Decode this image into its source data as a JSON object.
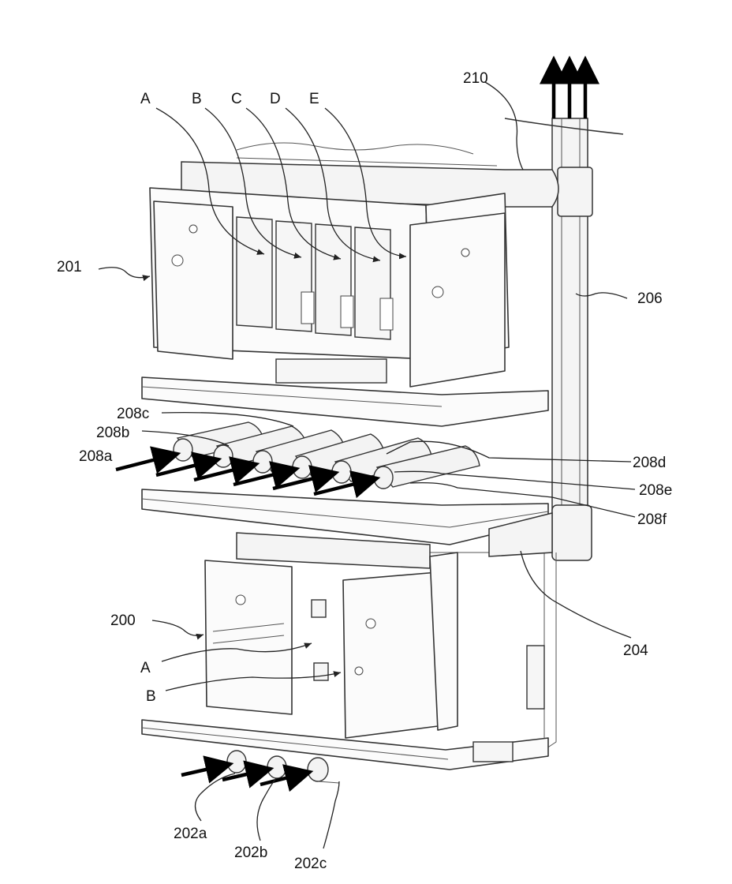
{
  "labels": {
    "A_top": "A",
    "B_top": "B",
    "C_top": "C",
    "D_top": "D",
    "E_top": "E",
    "n210": "210",
    "n201": "201",
    "n206": "206",
    "n208c": "208c",
    "n208b": "208b",
    "n208a": "208a",
    "n208d": "208d",
    "n208e": "208e",
    "n208f": "208f",
    "n200": "200",
    "n204": "204",
    "A_bottom": "A",
    "B_bottom": "B",
    "n202a": "202a",
    "n202b": "202b",
    "n202c": "202c"
  }
}
